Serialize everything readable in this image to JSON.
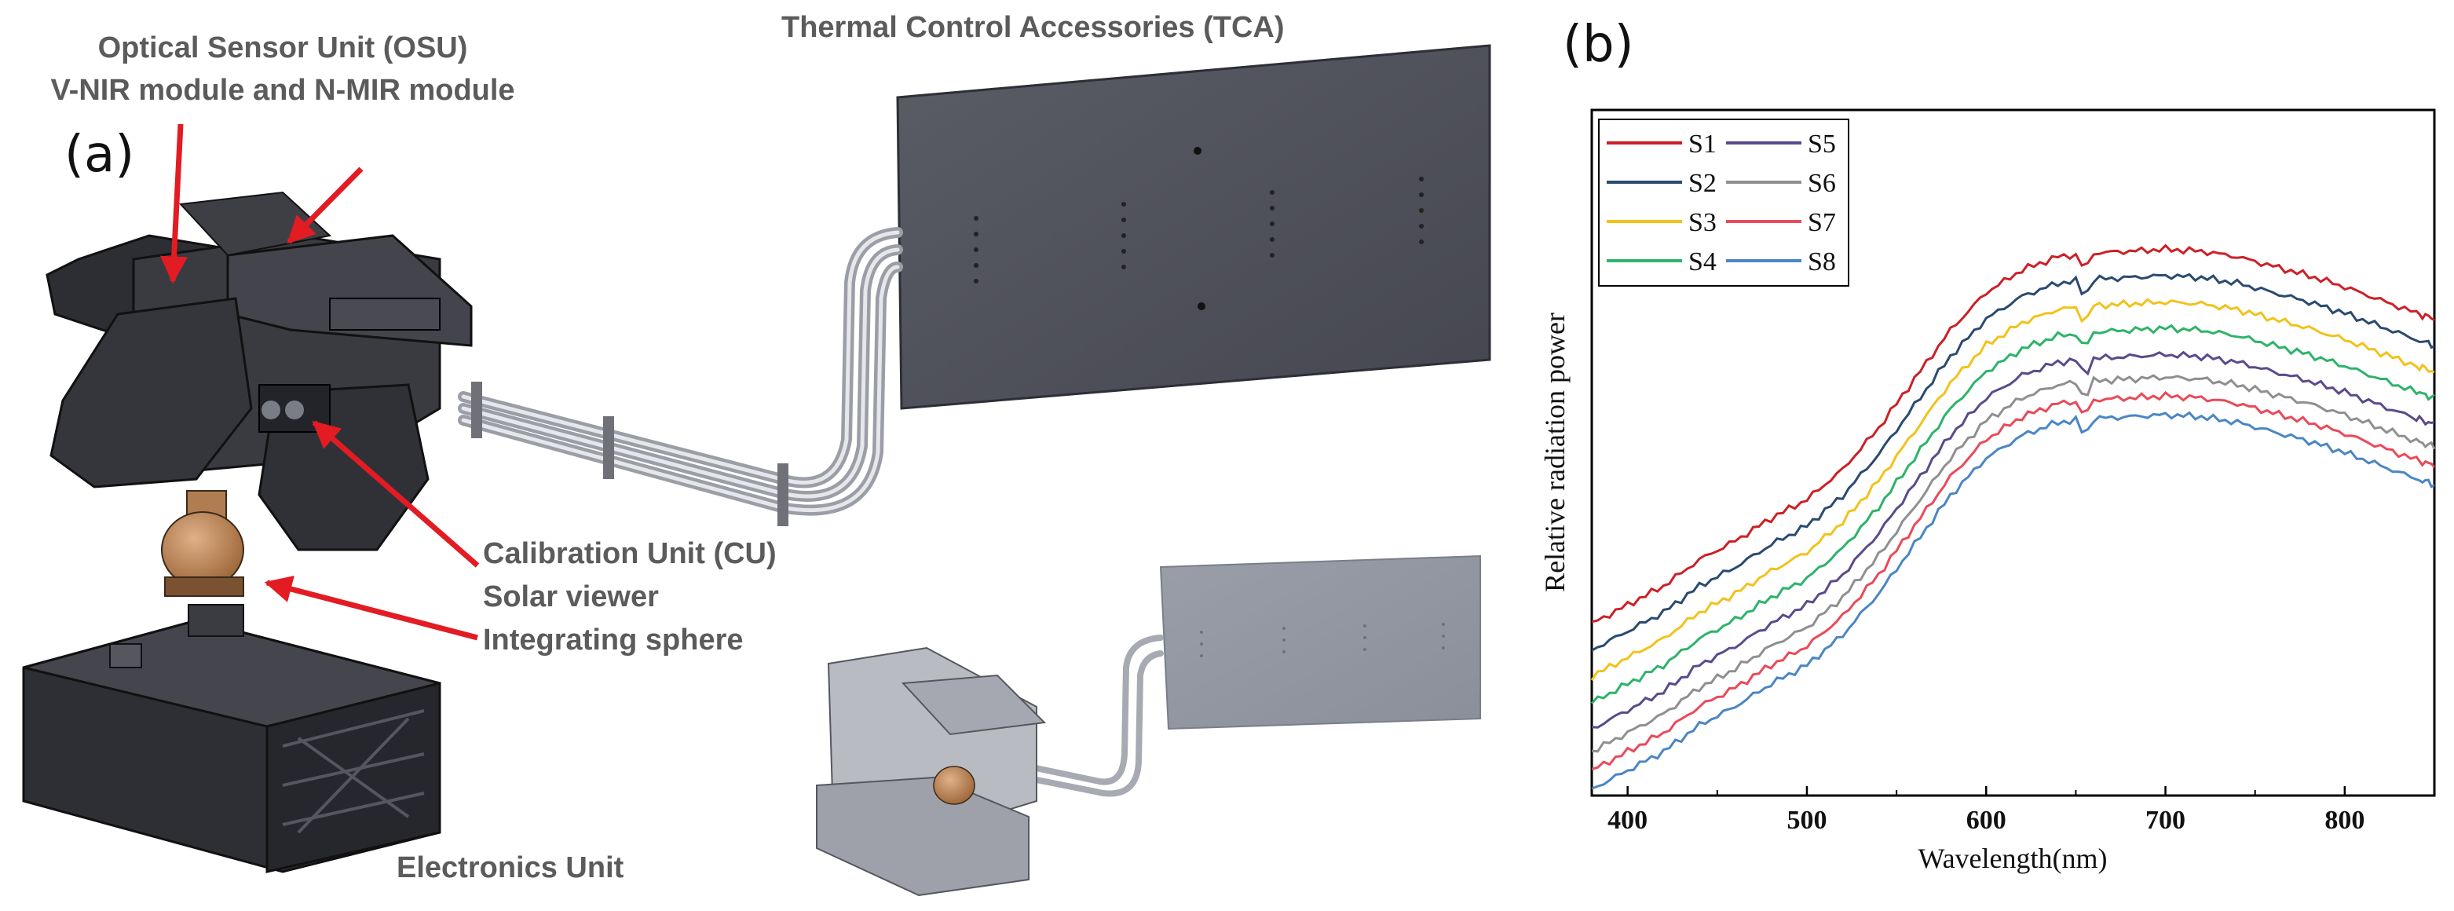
{
  "panel_a": {
    "label": "(a)",
    "osu_line1": "Optical Sensor Unit (OSU)",
    "osu_line2": "V-NIR module and N-MIR module",
    "tca_title": "Thermal Control Accessories (TCA)",
    "cu_label": "Calibration Unit (CU)",
    "solar_viewer_label": "Solar viewer",
    "integrating_sphere_label": "Integrating sphere",
    "electronics_label": "Electronics Unit"
  },
  "panel_b": {
    "label": "(b)"
  },
  "chart_data": {
    "type": "line",
    "title": "",
    "xlabel": "Wavelength(nm)",
    "ylabel": "Relative radiation power",
    "xlim": [
      380,
      850
    ],
    "xticks": [
      400,
      500,
      600,
      700,
      800
    ],
    "y_tick_labels": false,
    "grid": false,
    "legend_placement": "top-left",
    "x": [
      380,
      400,
      420,
      440,
      460,
      480,
      500,
      520,
      540,
      560,
      580,
      600,
      620,
      640,
      660,
      680,
      700,
      720,
      740,
      760,
      780,
      800,
      820,
      840,
      850
    ],
    "base_shape": [
      0.0,
      0.05,
      0.1,
      0.17,
      0.22,
      0.28,
      0.33,
      0.41,
      0.52,
      0.65,
      0.78,
      0.88,
      0.94,
      0.975,
      0.985,
      0.99,
      0.995,
      0.99,
      0.975,
      0.95,
      0.925,
      0.895,
      0.86,
      0.825,
      0.81
    ],
    "series": [
      {
        "name": "S1",
        "color": "#cc2027",
        "offset": 0.0
      },
      {
        "name": "S2",
        "color": "#2b4a6f",
        "offset": 0.07
      },
      {
        "name": "S3",
        "color": "#f2c21b",
        "offset": 0.14
      },
      {
        "name": "S4",
        "color": "#2db36a",
        "offset": 0.21
      },
      {
        "name": "S5",
        "color": "#5b4a8c",
        "offset": 0.28
      },
      {
        "name": "S6",
        "color": "#8f8f8f",
        "offset": 0.34
      },
      {
        "name": "S7",
        "color": "#e94a59",
        "offset": 0.39
      },
      {
        "name": "S8",
        "color": "#4a86c5",
        "offset": 0.44
      }
    ]
  }
}
